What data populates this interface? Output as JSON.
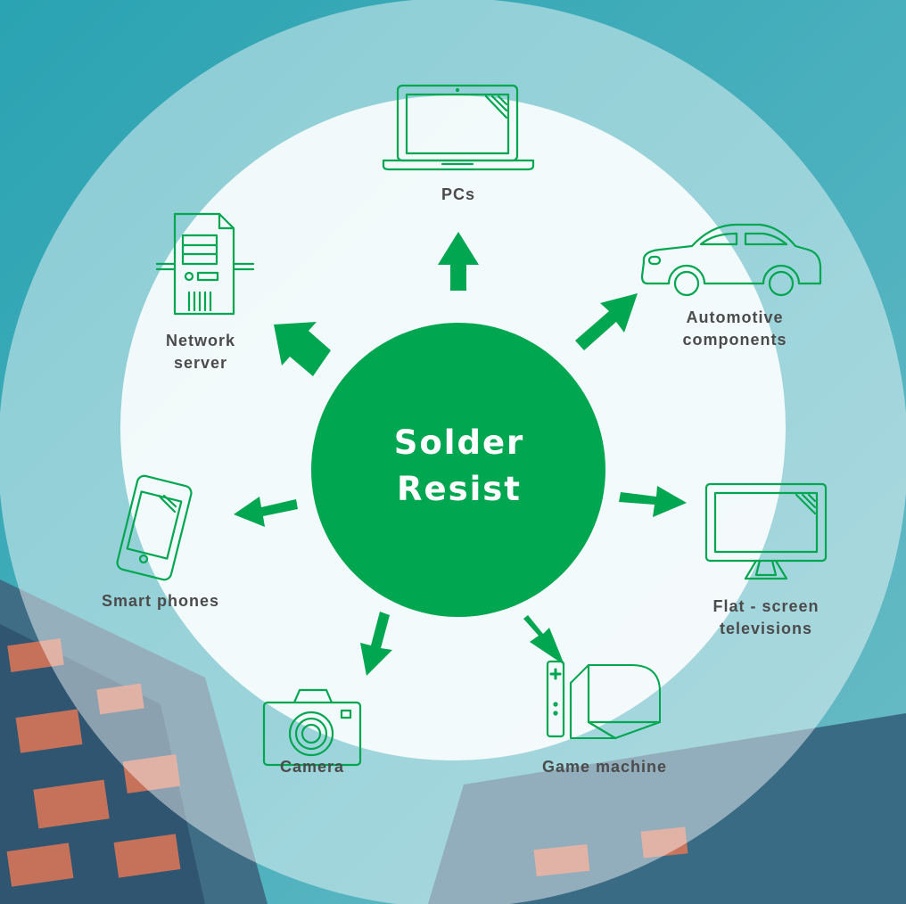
{
  "colors": {
    "accent": "#00a650",
    "background_teal": "#3aa7b5",
    "label_text": "#4b4b4b"
  },
  "center": {
    "line1": "Solder",
    "line2": "Resist"
  },
  "applications": [
    {
      "id": "pcs",
      "icon": "laptop-icon",
      "lines": [
        "PCs"
      ]
    },
    {
      "id": "automotive",
      "icon": "car-icon",
      "lines": [
        "Automotive",
        "components"
      ]
    },
    {
      "id": "tv",
      "icon": "monitor-icon",
      "lines": [
        "Flat - screen",
        "televisions"
      ]
    },
    {
      "id": "game",
      "icon": "game-console-icon",
      "lines": [
        "Game machine"
      ]
    },
    {
      "id": "camera",
      "icon": "camera-icon",
      "lines": [
        "Camera"
      ]
    },
    {
      "id": "phone",
      "icon": "smartphone-icon",
      "lines": [
        "Smart phones"
      ]
    },
    {
      "id": "server",
      "icon": "server-icon",
      "lines": [
        "Network",
        "server"
      ]
    }
  ]
}
